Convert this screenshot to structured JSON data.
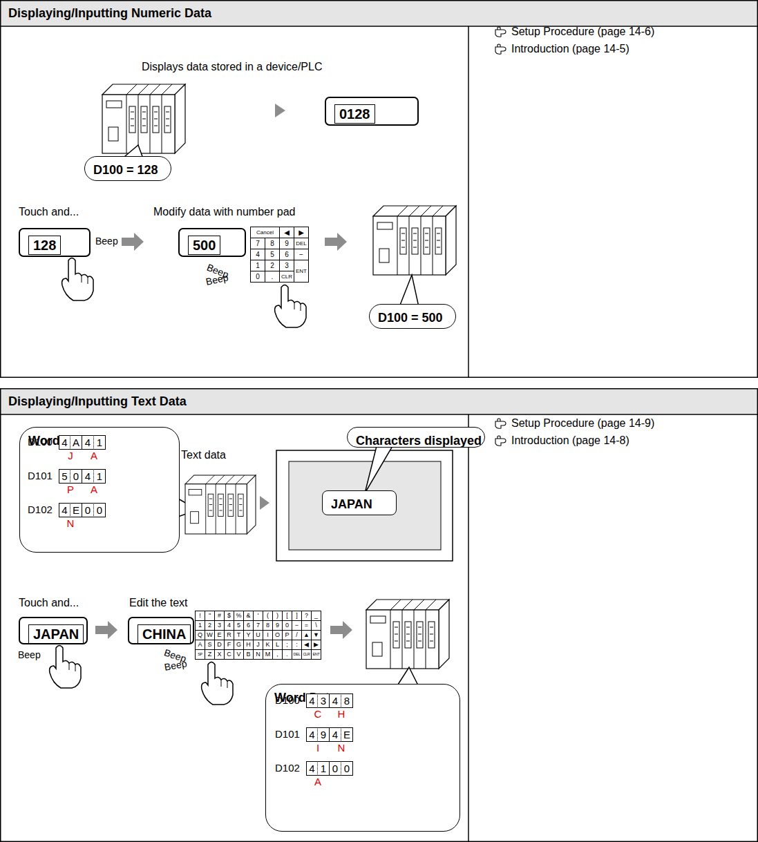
{
  "diagram": {
    "nodes": [
      {
        "text": [
          "Displaying/Inputting Numeric Data"
        ]
      },
      {
        "text": [
          "0128"
        ],
        "in": 0
      },
      {
        "text": [
          "D100 = 128"
        ],
        "in": 0
      },
      {
        "text": [
          "128"
        ],
        "in": 0
      },
      {
        "text": [
          "500"
        ],
        "in": 0
      },
      {
        "text": [
          "D100 = 500"
        ],
        "in": 0
      },
      {
        "text": [
          "Displaying/Inputting Text Data"
        ]
      },
      {
        "text": [
          "Word Data"
        ],
        "in": 6
      },
      {
        "text": [
          "Characters displayed"
        ],
        "in": 6
      },
      {
        "text": [
          "JAPAN"
        ],
        "in": 6
      },
      {
        "text": [
          "JAPAN"
        ],
        "in": 6
      },
      {
        "text": [
          "CHINA"
        ],
        "in": 6
      },
      {
        "text": [
          "Word Data"
        ],
        "in": 6
      }
    ],
    "labels": [
      "Setup Procedure (page 14-6)",
      "Introduction (page 14-5)",
      "Displays data stored in a device/PLC",
      "Touch and...",
      "Modify data with number pad",
      "Beep",
      "Beep",
      "Beep",
      "Cancel",
      "◀",
      "▶",
      "7",
      "8",
      "9",
      "DEL",
      "4",
      "5",
      "6",
      "−",
      "1",
      "2",
      "3",
      "ENT",
      "0",
      ".",
      "CLR",
      "Setup Procedure (page 14-9)",
      "Introduction (page 14-8)",
      "Text data",
      "D100",
      "4",
      "A",
      "4",
      "1",
      "J",
      "A",
      "D101",
      "5",
      "0",
      "4",
      "1",
      "P",
      "A",
      "D102",
      "4",
      "E",
      "0",
      "0",
      "N",
      "Touch and...",
      "Edit the text",
      "Beep",
      "Beep",
      "Beep",
      "!",
      "\"",
      "#",
      "$",
      "%",
      "&",
      "'",
      "(",
      ")",
      "[",
      "]",
      "?",
      "_",
      "1",
      "2",
      "3",
      "4",
      "5",
      "6",
      "7",
      "8",
      "9",
      "0",
      "−",
      "=",
      "\\",
      "Q",
      "W",
      "E",
      "R",
      "T",
      "Y",
      "U",
      "I",
      "O",
      "P",
      "/",
      "▲",
      "▼",
      "A",
      "S",
      "D",
      "F",
      "G",
      "H",
      "J",
      "K",
      "L",
      ";",
      ":",
      "◀",
      "▶",
      "SP",
      "Z",
      "X",
      "C",
      "V",
      "B",
      "N",
      "M",
      ",",
      ".",
      "DEL",
      "CLR",
      "ENT",
      "D100",
      "4",
      "3",
      "4",
      "8",
      "C",
      "H",
      "D101",
      "4",
      "9",
      "4",
      "E",
      "I",
      "N",
      "D102",
      "4",
      "1",
      "0",
      "0",
      "A"
    ]
  }
}
